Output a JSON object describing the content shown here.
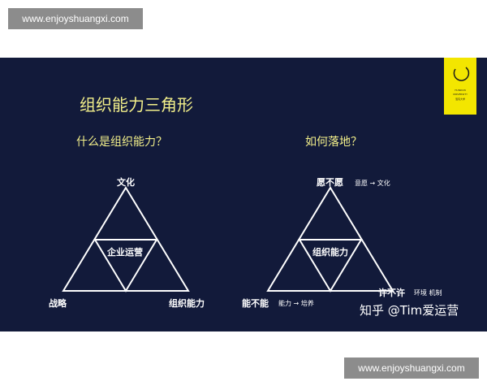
{
  "watermark": {
    "top": "www.enjoyshuangxi.com",
    "bottom": "www.enjoyshuangxi.com"
  },
  "slide": {
    "title": "组织能力三角形",
    "left": {
      "question": "什么是组织能力？",
      "top": "文化",
      "bottom_left": "战略",
      "bottom_right": "组织能力",
      "center": "企业运营"
    },
    "right": {
      "question": "如何落地？",
      "top": "愿不愿",
      "top_note": "意愿 → 文化",
      "bottom_left": "能不能",
      "bottom_left_note": "能力 → 培养",
      "bottom_right": "许不许",
      "bottom_right_note": "环境  机制",
      "center": "组织能力"
    },
    "zhihu_watermark": "知乎 @Tim爱运营",
    "logo": {
      "line1": "HUNDUN",
      "line2": "UNIVERSITY",
      "line3": "混沌大学"
    }
  },
  "colors": {
    "slide_bg": "#121a3a",
    "accent_text": "#f2ef8a",
    "logo_bg": "#f3e600"
  }
}
